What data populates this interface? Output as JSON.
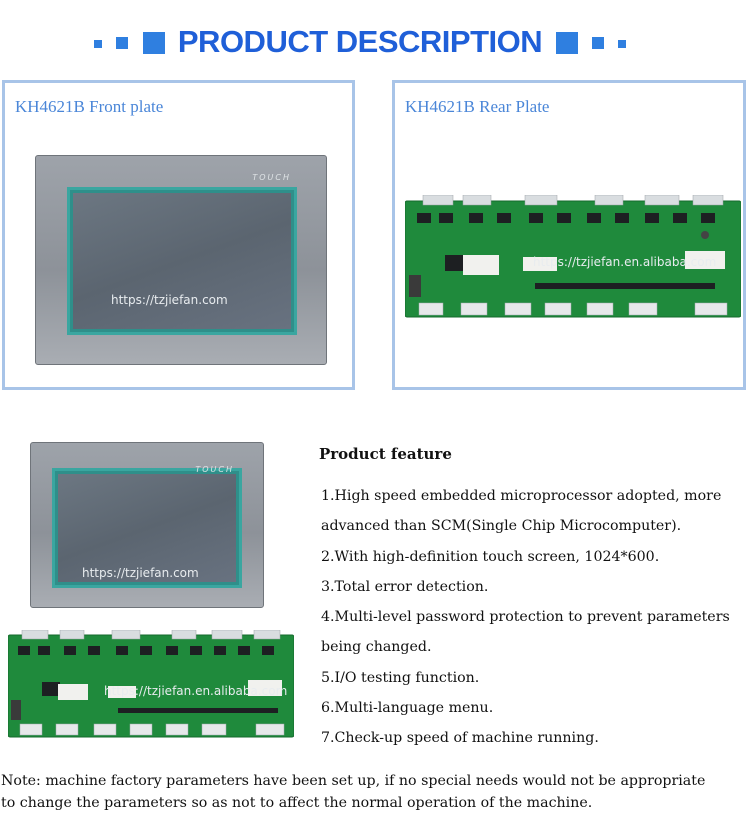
{
  "header": {
    "title": "PRODUCT DESCRIPTION"
  },
  "front_box": {
    "label": "KH4621B Front plate"
  },
  "rear_box": {
    "label": "KH4621B Rear Plate"
  },
  "panel": {
    "touch_text": "TOUCH"
  },
  "watermark": "https://tzjiefan.en.alibaba.com",
  "watermark_short": "https://tzjiefan.com",
  "features": {
    "title": "Product feature",
    "lines": [
      "1.High speed embedded microprocessor adopted, more",
      "advanced than SCM(Single Chip Microcomputer).",
      "2.With high-definition touch screen, 1024*600.",
      "3.Total error detection.",
      "4.Multi-level password protection to prevent parameters",
      "being changed.",
      "5.I/O testing function.",
      "6.Multi-language menu.",
      "7.Check-up speed of machine running."
    ]
  },
  "note": {
    "line1": "Note: machine factory parameters have been set up, if no special needs would not be appropriate",
    "line2": "to change the parameters so as not to affect the normal operation of the machine."
  },
  "colors": {
    "brand_blue": "#1f5fd8",
    "box_border": "#a8c4e8",
    "pcb_green": "#1f8a3c",
    "screen_frame": "#3aa6a0"
  }
}
